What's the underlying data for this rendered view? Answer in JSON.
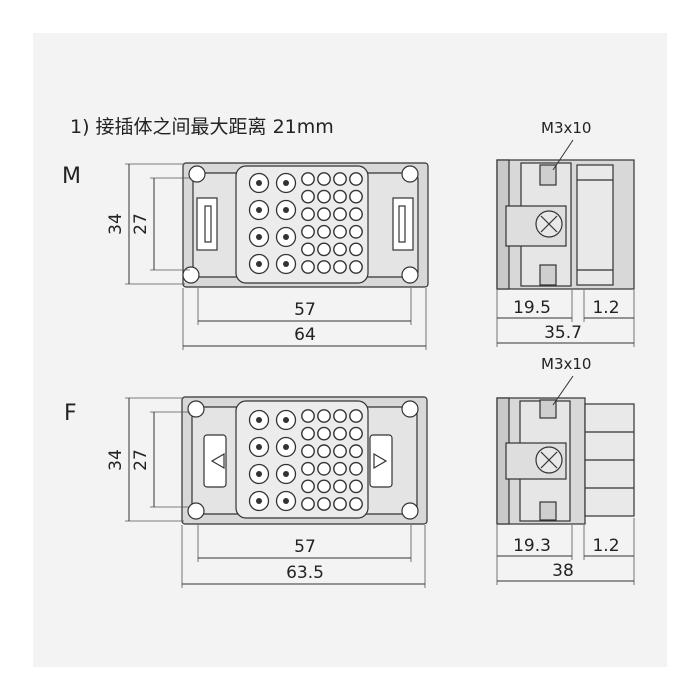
{
  "note": "1)  接插体之间最大距离 21mm",
  "colors": {
    "background": "#f3f3f3",
    "housing": "#d8d8d8",
    "insert": "#ececec",
    "pin_fill": "#ffffff",
    "line": "#333333"
  },
  "male": {
    "label": "M",
    "front_view": {
      "height_outer": "34",
      "height_inner": "27",
      "width_inner": "57",
      "width_outer": "64"
    },
    "side_view": {
      "screw": "M3x10",
      "dim_left": "19.5",
      "dim_right": "1.2",
      "dim_total": "35.7"
    }
  },
  "female": {
    "label": "F",
    "front_view": {
      "height_outer": "34",
      "height_inner": "27",
      "width_inner": "57",
      "width_outer": "63.5"
    },
    "side_view": {
      "screw": "M3x10",
      "dim_left": "19.3",
      "dim_right": "1.2",
      "dim_total": "38"
    }
  }
}
